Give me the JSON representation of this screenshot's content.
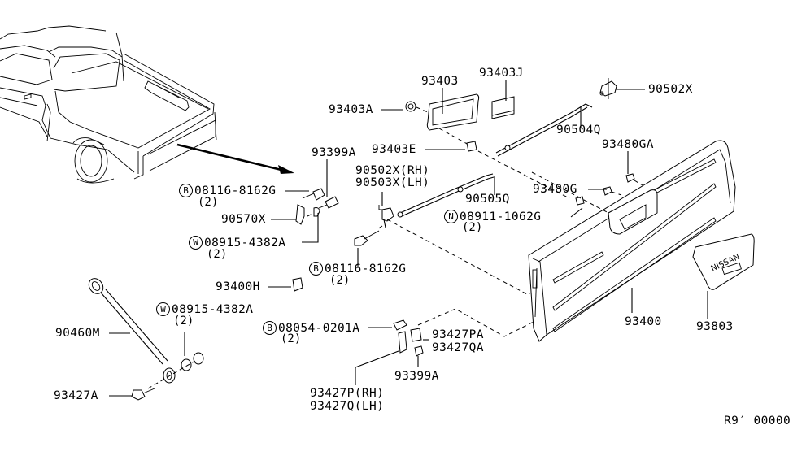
{
  "diagram": {
    "reference_code": "R9′ 00000",
    "symbols": {
      "bolt": "B",
      "washer": "W",
      "nut": "N"
    },
    "callouts": {
      "part_93403": "93403",
      "part_93403J": "93403J",
      "part_93403A": "93403A",
      "part_90502X": "90502X",
      "part_90504Q": "90504Q",
      "part_93403E": "93403E",
      "part_93480GA": "93480GA",
      "part_93399A_top": "93399A",
      "part_90502X_rh": "90502X(RH)",
      "part_90503X_lh": "90503X(LH)",
      "part_93480G": "93480G",
      "part_90505Q": "90505Q",
      "part_08116_8162G_top": "08116-8162G",
      "part_08116_8162G_top_qty": "(2)",
      "part_90570X": "90570X",
      "part_08911_1062G": "08911-1062G",
      "part_08911_1062G_qty": "(2)",
      "part_08915_4382A_top": "08915-4382A",
      "part_08915_4382A_top_qty": "(2)",
      "part_08116_8162G_mid": "08116-8162G",
      "part_08116_8162G_mid_qty": "(2)",
      "part_93400H": "93400H",
      "part_08915_4382A_bottom": "08915-4382A",
      "part_08915_4382A_bottom_qty": "(2)",
      "part_90460M": "90460M",
      "part_08054_0201A": "08054-0201A",
      "part_08054_0201A_qty": "(2)",
      "part_93427PA": "93427PA",
      "part_93427QA": "93427QA",
      "part_93399A_bottom": "93399A",
      "part_93427P_rh": "93427P(RH)",
      "part_93427Q_lh": "93427Q(LH)",
      "part_93427A": "93427A",
      "part_93400": "93400",
      "part_93803": "93803"
    },
    "garnish_logo_text": "NISSAN",
    "colors": {
      "line": "#000000",
      "background": "#ffffff"
    }
  }
}
